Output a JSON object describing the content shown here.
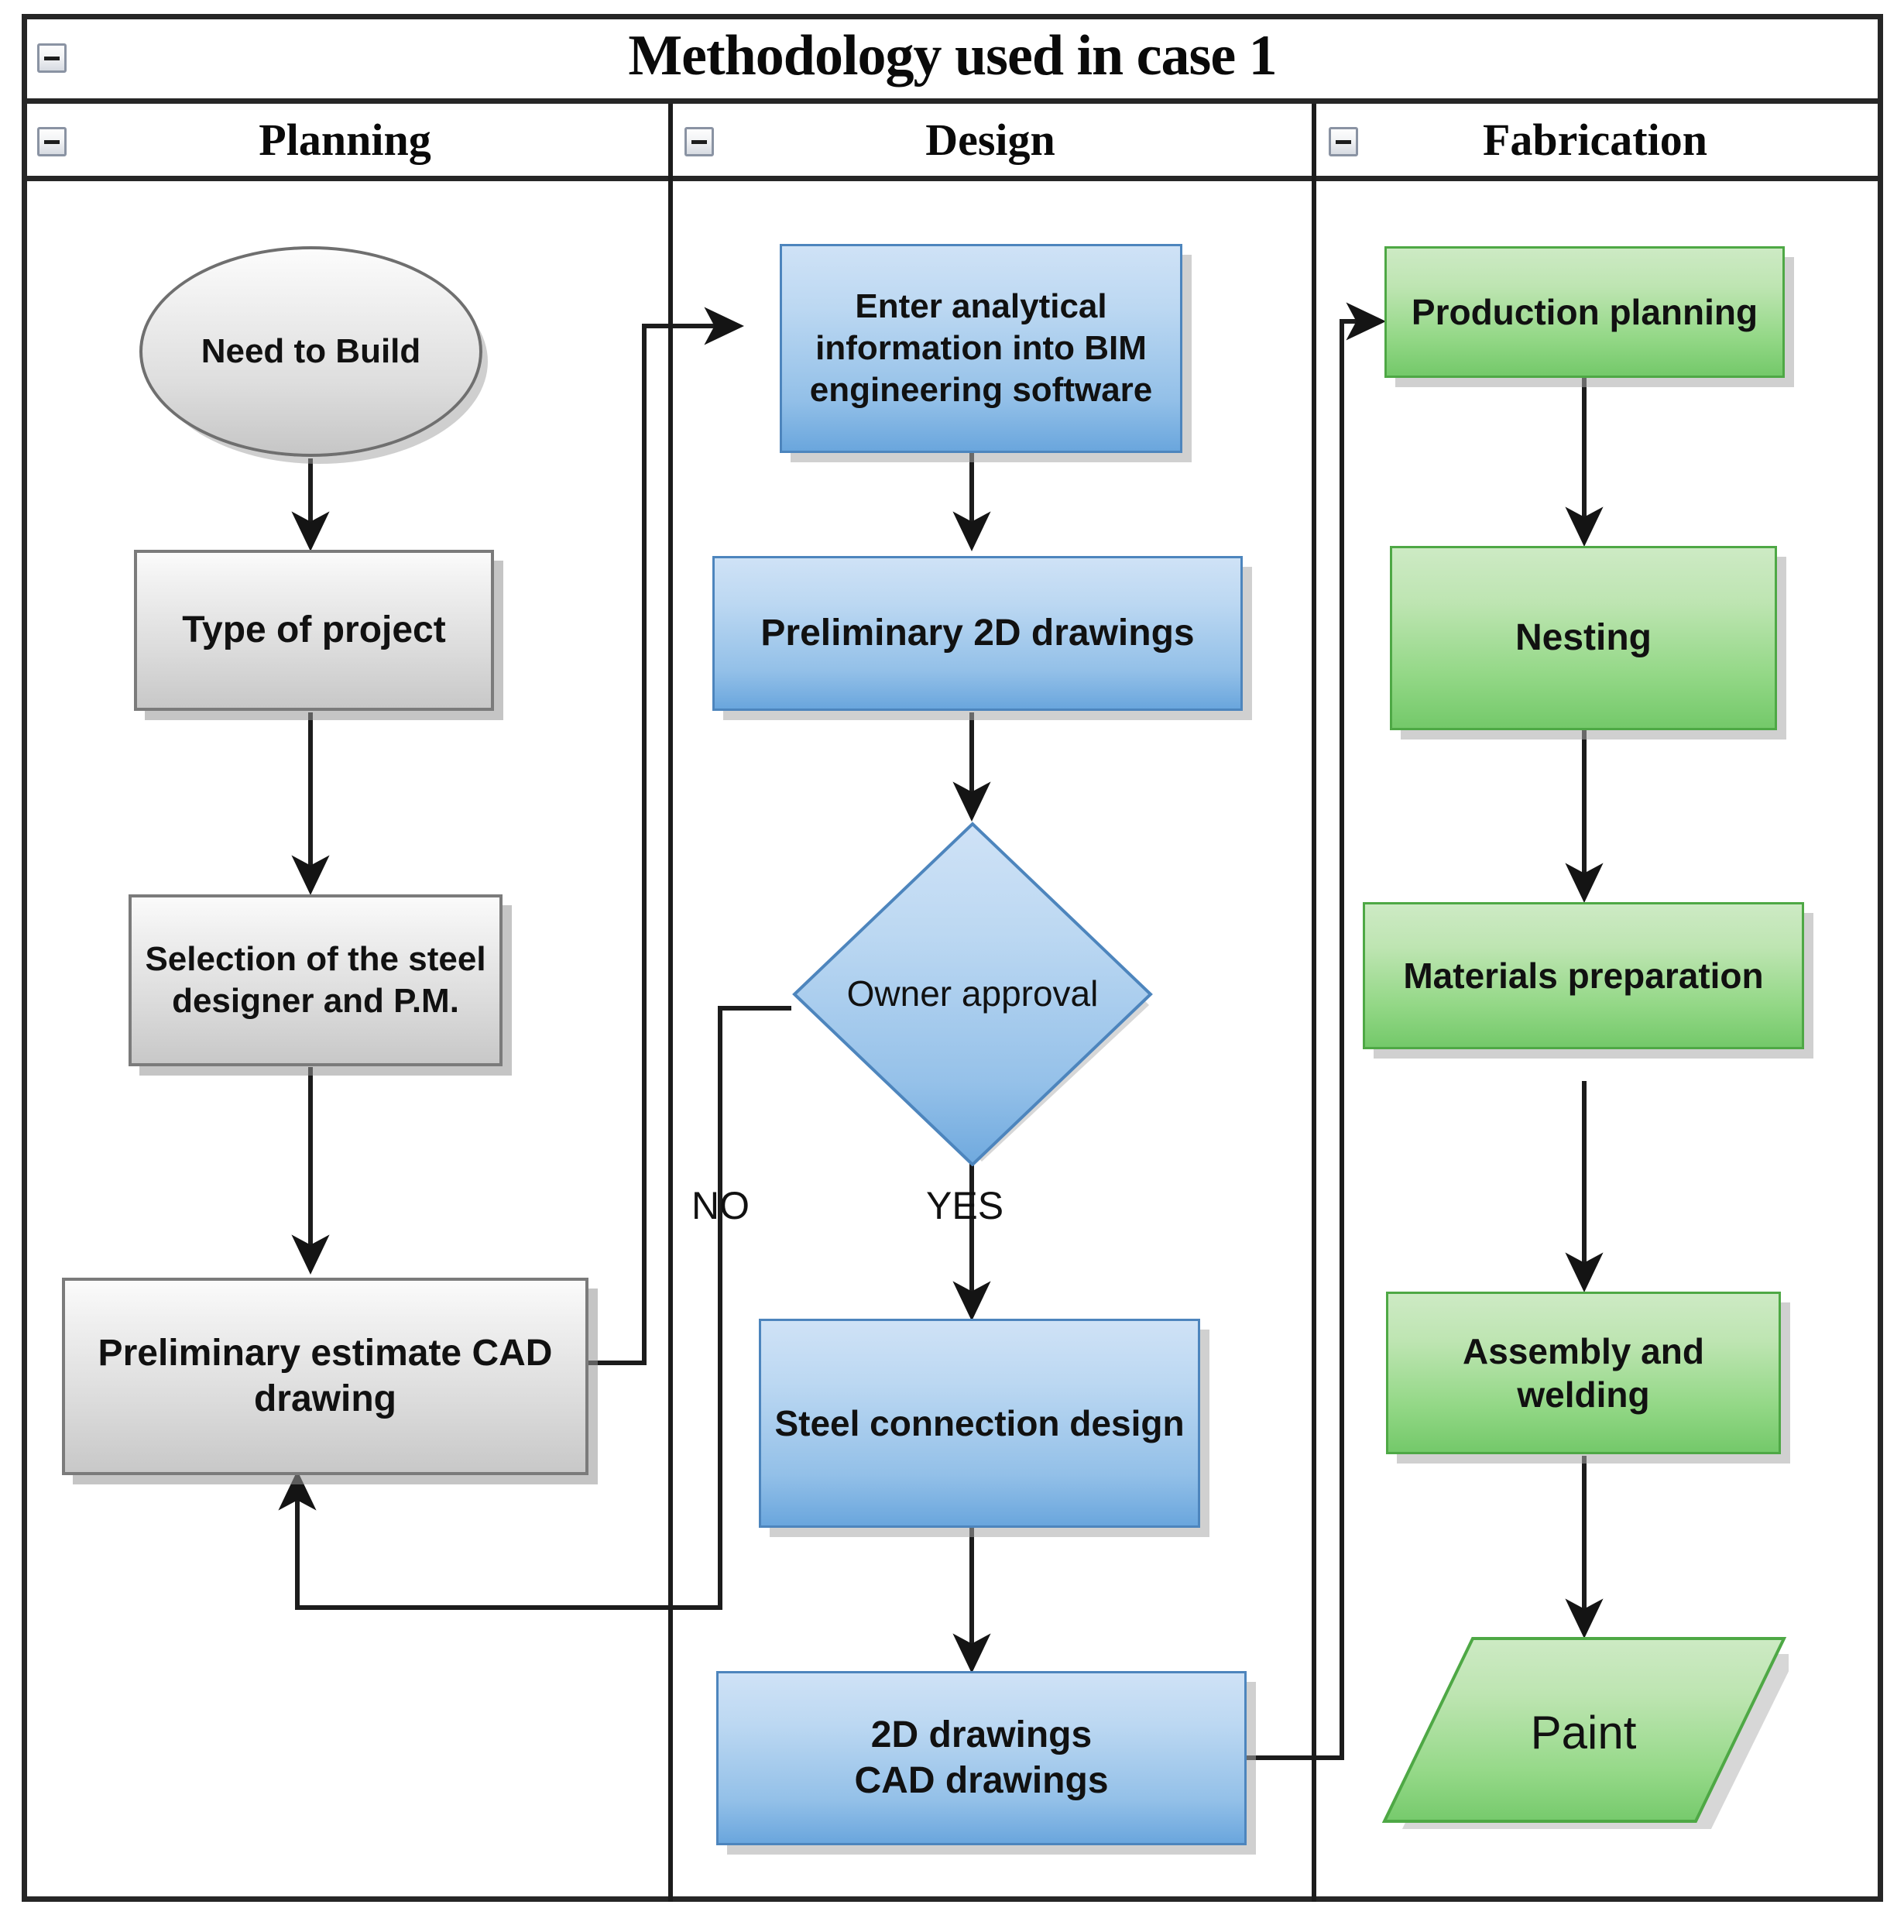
{
  "diagram": {
    "title": "Methodology used in case 1",
    "collapse_icon": "minus-icon",
    "lanes": [
      {
        "id": "planning",
        "label": "Planning"
      },
      {
        "id": "design",
        "label": "Design"
      },
      {
        "id": "fabrication",
        "label": "Fabrication"
      }
    ],
    "colors": {
      "planning_fill": "#dcdcdc",
      "planning_border": "#7b7b7b",
      "design_fill": "#93c0e8",
      "design_border": "#4d85bd",
      "fabrication_fill": "#94d887",
      "fabrication_border": "#4ea845",
      "frame_border": "#262626",
      "connector": "#1c1c1c"
    },
    "nodes": {
      "need_to_build": {
        "label": "Need to Build",
        "shape": "ellipse",
        "lane": "planning"
      },
      "type_of_project": {
        "label": "Type of project",
        "shape": "rectangle",
        "lane": "planning"
      },
      "selection_designer": {
        "label": "Selection of the steel designer and P.M.",
        "shape": "rectangle",
        "lane": "planning"
      },
      "preliminary_estimate": {
        "label": "Preliminary estimate CAD drawing",
        "shape": "rectangle",
        "lane": "planning"
      },
      "enter_analytical": {
        "label": "Enter analytical information into BIM engineering software",
        "shape": "rectangle",
        "lane": "design"
      },
      "preliminary_2d": {
        "label": "Preliminary 2D drawings",
        "shape": "rectangle",
        "lane": "design"
      },
      "owner_approval": {
        "label": "Owner approval",
        "shape": "diamond",
        "lane": "design"
      },
      "steel_connection": {
        "label": "Steel connection design",
        "shape": "rectangle",
        "lane": "design"
      },
      "2d_cad_drawings": {
        "label_line1": "2D drawings",
        "label_line2": "CAD drawings",
        "shape": "rectangle",
        "lane": "design"
      },
      "production_planning": {
        "label": "Production planning",
        "shape": "rectangle",
        "lane": "fabrication"
      },
      "nesting": {
        "label": "Nesting",
        "shape": "rectangle",
        "lane": "fabrication"
      },
      "materials_preparation": {
        "label": "Materials preparation",
        "shape": "rectangle",
        "lane": "fabrication"
      },
      "assembly_welding": {
        "label": "Assembly and welding",
        "shape": "rectangle",
        "lane": "fabrication"
      },
      "paint": {
        "label": "Paint",
        "shape": "parallelogram",
        "lane": "fabrication"
      }
    },
    "edge_labels": {
      "no": "NO",
      "yes": "YES"
    },
    "flow": [
      {
        "from": "need_to_build",
        "to": "type_of_project"
      },
      {
        "from": "type_of_project",
        "to": "selection_designer"
      },
      {
        "from": "selection_designer",
        "to": "preliminary_estimate"
      },
      {
        "from": "preliminary_estimate",
        "to": "enter_analytical"
      },
      {
        "from": "enter_analytical",
        "to": "preliminary_2d"
      },
      {
        "from": "preliminary_2d",
        "to": "owner_approval"
      },
      {
        "from": "owner_approval",
        "to": "preliminary_estimate",
        "label": "NO"
      },
      {
        "from": "owner_approval",
        "to": "steel_connection",
        "label": "YES"
      },
      {
        "from": "steel_connection",
        "to": "2d_cad_drawings"
      },
      {
        "from": "2d_cad_drawings",
        "to": "production_planning"
      },
      {
        "from": "production_planning",
        "to": "nesting"
      },
      {
        "from": "nesting",
        "to": "materials_preparation"
      },
      {
        "from": "materials_preparation",
        "to": "assembly_welding"
      },
      {
        "from": "assembly_welding",
        "to": "paint"
      }
    ]
  }
}
